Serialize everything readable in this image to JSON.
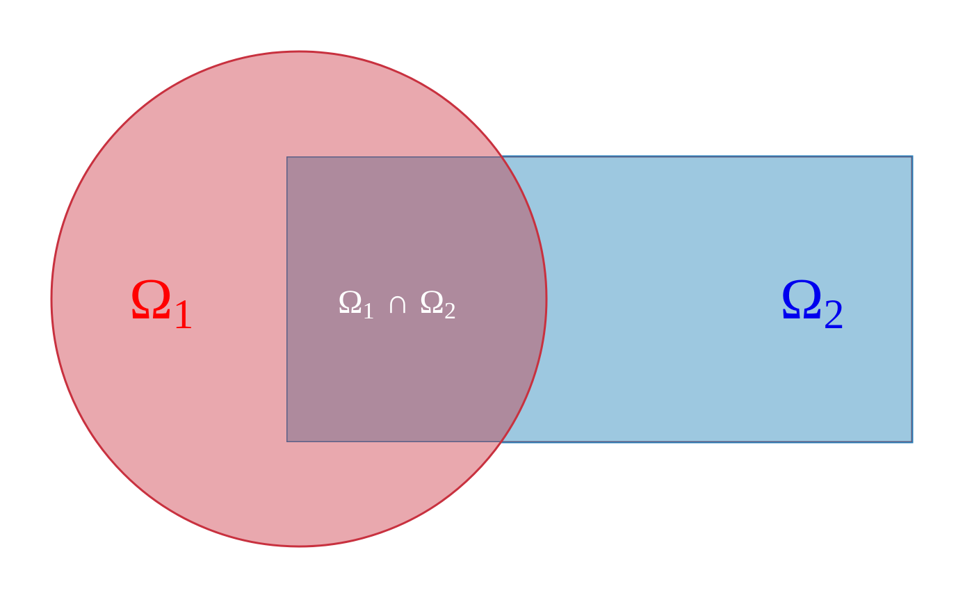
{
  "diagram": {
    "set_one": {
      "symbol": "Ω",
      "subscript": "1",
      "label_color": "#ff0000",
      "fill_color": "#e9a8ae",
      "stroke_color": "#c8313f"
    },
    "set_two": {
      "symbol": "Ω",
      "subscript": "2",
      "label_color": "#0000ee",
      "fill_color": "#9dc8e0",
      "stroke_color": "#2a7fba"
    },
    "intersection": {
      "symbol_a": "Ω",
      "subscript_a": "1",
      "operator": "∩",
      "symbol_b": "Ω",
      "subscript_b": "2",
      "fill_color": "#ae8a9d",
      "stroke_color": "#5a5f86",
      "label_color": "#ffffff"
    }
  }
}
